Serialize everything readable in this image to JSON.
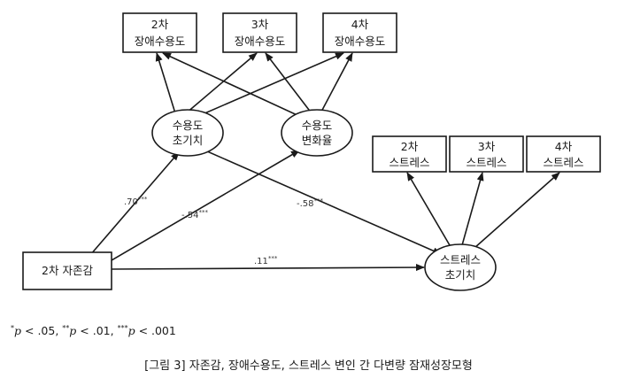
{
  "nodes": {
    "acc2": {
      "line1": "2차",
      "line2": "장애수용도"
    },
    "acc3": {
      "line1": "3차",
      "line2": "장애수용도"
    },
    "acc4": {
      "line1": "4차",
      "line2": "장애수용도"
    },
    "acc_intercept": {
      "line1": "수용도",
      "line2": "초기치"
    },
    "acc_slope": {
      "line1": "수용도",
      "line2": "변화율"
    },
    "str2": {
      "line1": "2차",
      "line2": "스트레스"
    },
    "str3": {
      "line1": "3차",
      "line2": "스트레스"
    },
    "str4": {
      "line1": "4차",
      "line2": "스트레스"
    },
    "str_intercept": {
      "line1": "스트레스",
      "line2": "초기치"
    },
    "self_esteem": {
      "label": "2차 자존감"
    }
  },
  "paths": {
    "se_to_acc_intercept": {
      "coef": ".70",
      "stars": "***"
    },
    "se_to_acc_slope": {
      "coef": "-.54",
      "stars": "***"
    },
    "acc_intercept_to_str_intercept": {
      "coef": "-.58",
      "stars": "***"
    },
    "se_to_str_intercept": {
      "coef": ".11",
      "stars": "***"
    }
  },
  "note": {
    "s1": "*",
    "p1": "p",
    "t1": "< .05, ",
    "s2": "**",
    "p2": "p",
    "t2": "< .01, ",
    "s3": "***",
    "p3": "p",
    "t3": "< .001"
  },
  "caption": "[그림 3] 자존감, 장애수용도, 스트레스 변인 간 다변량 잠재성장모형"
}
